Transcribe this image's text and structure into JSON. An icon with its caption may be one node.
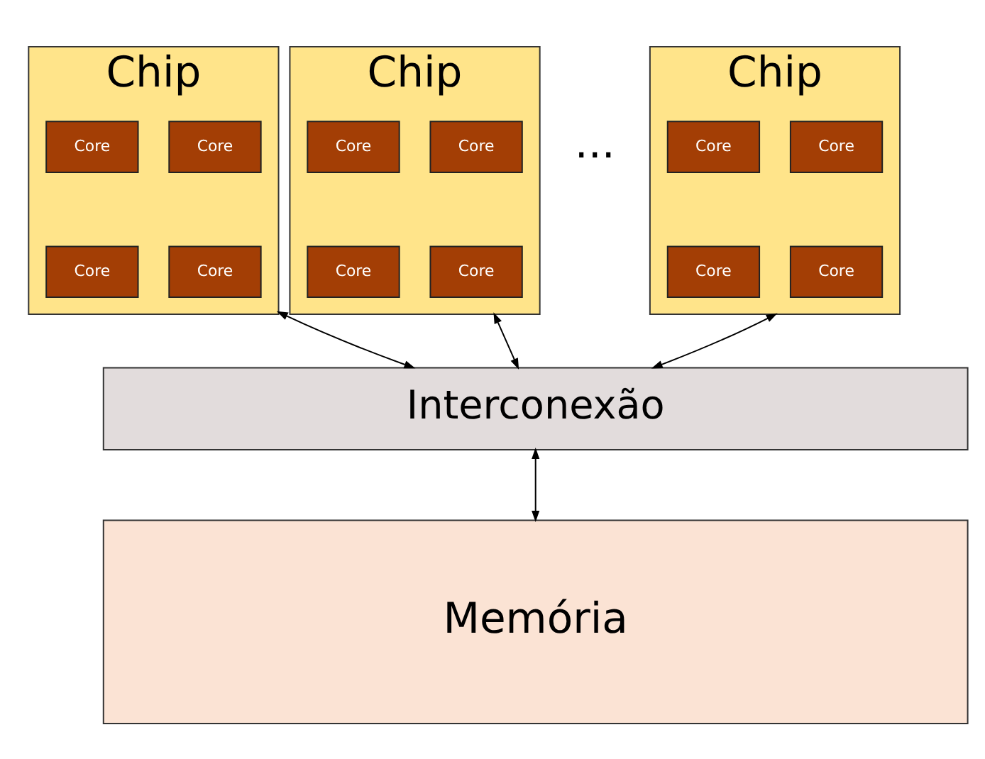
{
  "diagram": {
    "nodes": [
      {
        "text": [
          "Chip"
        ]
      },
      {
        "text": [
          "Core"
        ],
        "in": 0
      },
      {
        "text": [
          "Core"
        ],
        "in": 0
      },
      {
        "text": [
          "Core"
        ],
        "in": 0
      },
      {
        "text": [
          "Core"
        ],
        "in": 0
      },
      {
        "text": [
          "Chip"
        ]
      },
      {
        "text": [
          "Core"
        ],
        "in": 5
      },
      {
        "text": [
          "Core"
        ],
        "in": 5
      },
      {
        "text": [
          "Core"
        ],
        "in": 5
      },
      {
        "text": [
          "Core"
        ],
        "in": 5
      },
      {
        "text": [
          "Chip"
        ]
      },
      {
        "text": [
          "Core"
        ],
        "in": 10
      },
      {
        "text": [
          "Core"
        ],
        "in": 10
      },
      {
        "text": [
          "Core"
        ],
        "in": 10
      },
      {
        "text": [
          "Core"
        ],
        "in": 10
      },
      {
        "text": [
          "Interconexão"
        ]
      },
      {
        "text": [
          "Memória"
        ]
      }
    ],
    "edges": [
      {
        "from": 0,
        "to": 15,
        "arrow": "both"
      },
      {
        "from": 5,
        "to": 15,
        "arrow": "both"
      },
      {
        "from": 10,
        "to": 15,
        "arrow": "both"
      },
      {
        "from": 15,
        "to": 16,
        "arrow": "both"
      }
    ],
    "labels": [
      "..."
    ]
  }
}
